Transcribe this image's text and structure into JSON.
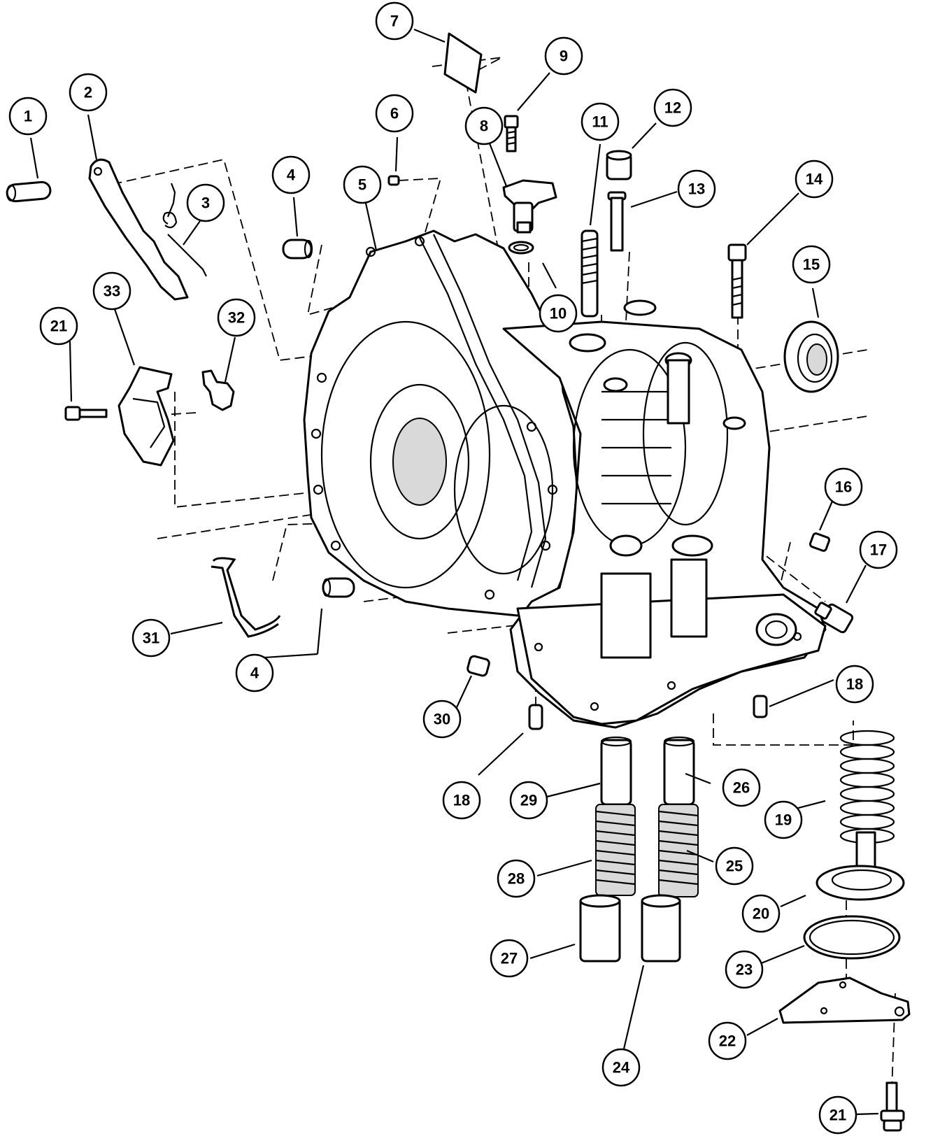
{
  "callouts": [
    {
      "id": "c1",
      "label": "1"
    },
    {
      "id": "c2",
      "label": "2"
    },
    {
      "id": "c3",
      "label": "3"
    },
    {
      "id": "c4a",
      "label": "4"
    },
    {
      "id": "c4b",
      "label": "4"
    },
    {
      "id": "c5",
      "label": "5"
    },
    {
      "id": "c6",
      "label": "6"
    },
    {
      "id": "c7",
      "label": "7"
    },
    {
      "id": "c8",
      "label": "8"
    },
    {
      "id": "c9",
      "label": "9"
    },
    {
      "id": "c10",
      "label": "10"
    },
    {
      "id": "c11",
      "label": "11"
    },
    {
      "id": "c12",
      "label": "12"
    },
    {
      "id": "c13",
      "label": "13"
    },
    {
      "id": "c14",
      "label": "14"
    },
    {
      "id": "c15",
      "label": "15"
    },
    {
      "id": "c16",
      "label": "16"
    },
    {
      "id": "c17",
      "label": "17"
    },
    {
      "id": "c18a",
      "label": "18"
    },
    {
      "id": "c18b",
      "label": "18"
    },
    {
      "id": "c19",
      "label": "19"
    },
    {
      "id": "c20",
      "label": "20"
    },
    {
      "id": "c21a",
      "label": "21"
    },
    {
      "id": "c21b",
      "label": "21"
    },
    {
      "id": "c22",
      "label": "22"
    },
    {
      "id": "c23",
      "label": "23"
    },
    {
      "id": "c24",
      "label": "24"
    },
    {
      "id": "c25",
      "label": "25"
    },
    {
      "id": "c26",
      "label": "26"
    },
    {
      "id": "c27",
      "label": "27"
    },
    {
      "id": "c28",
      "label": "28"
    },
    {
      "id": "c29",
      "label": "29"
    },
    {
      "id": "c30",
      "label": "30"
    },
    {
      "id": "c31",
      "label": "31"
    },
    {
      "id": "c32",
      "label": "32"
    },
    {
      "id": "c33",
      "label": "33"
    }
  ]
}
